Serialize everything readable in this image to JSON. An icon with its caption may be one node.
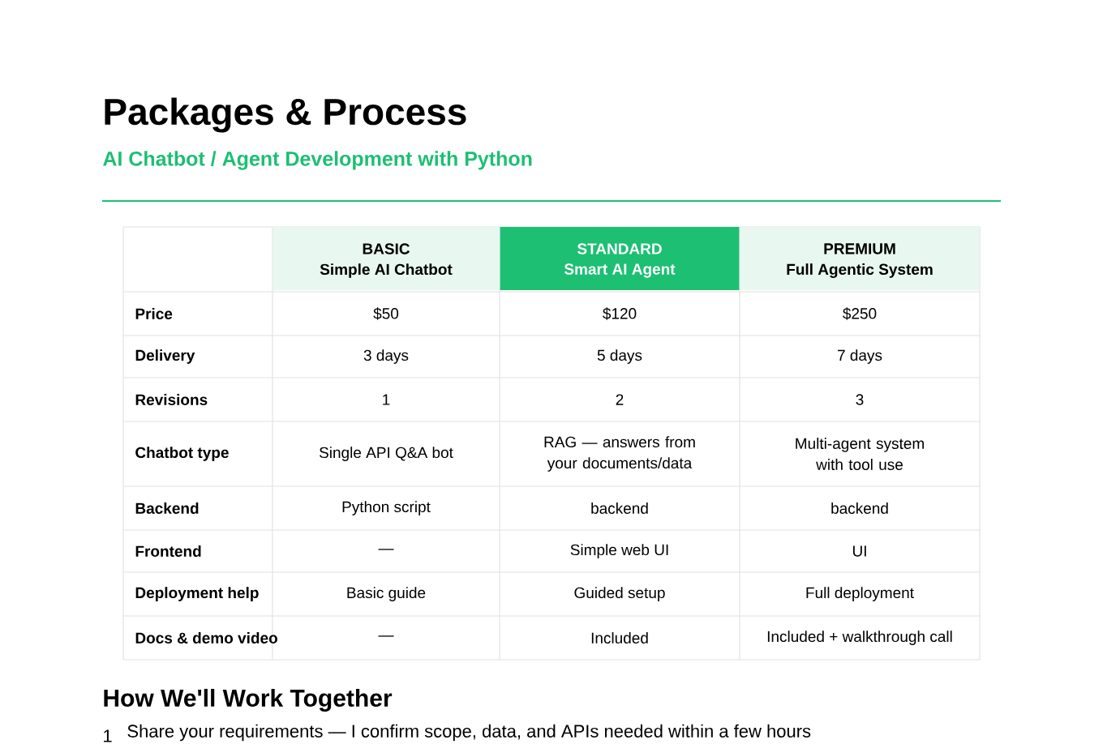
{
  "diagram": {
    "title": "Packages & Process",
    "labels": [
      "AI Chatbot / Agent Development with Python",
      "BASIC",
      "Simple AI Chatbot",
      "STANDARD",
      "Smart AI Agent",
      "PREMIUM",
      "Full Agentic System",
      "Price",
      "$50",
      "$120",
      "$250",
      "Delivery",
      "3 days",
      "5 days",
      "7 days",
      "Revisions",
      "1",
      "2",
      "3",
      "Chatbot type",
      "Single API Q&A bot",
      "RAG — answers from your documents/data",
      "Multi-agent system with tool use",
      "Backend",
      "Python script",
      "backend",
      "backend",
      "Frontend",
      "—",
      "Simple web UI",
      "UI",
      "Deployment help",
      "Basic guide",
      "Guided setup",
      "Full deployment",
      "Docs & demo video",
      "—",
      "Included",
      "Included + walkthrough call",
      "How We'll Work Together",
      "1",
      "Share your requirements — I confirm scope, data, and APIs needed within a few hours"
    ]
  }
}
